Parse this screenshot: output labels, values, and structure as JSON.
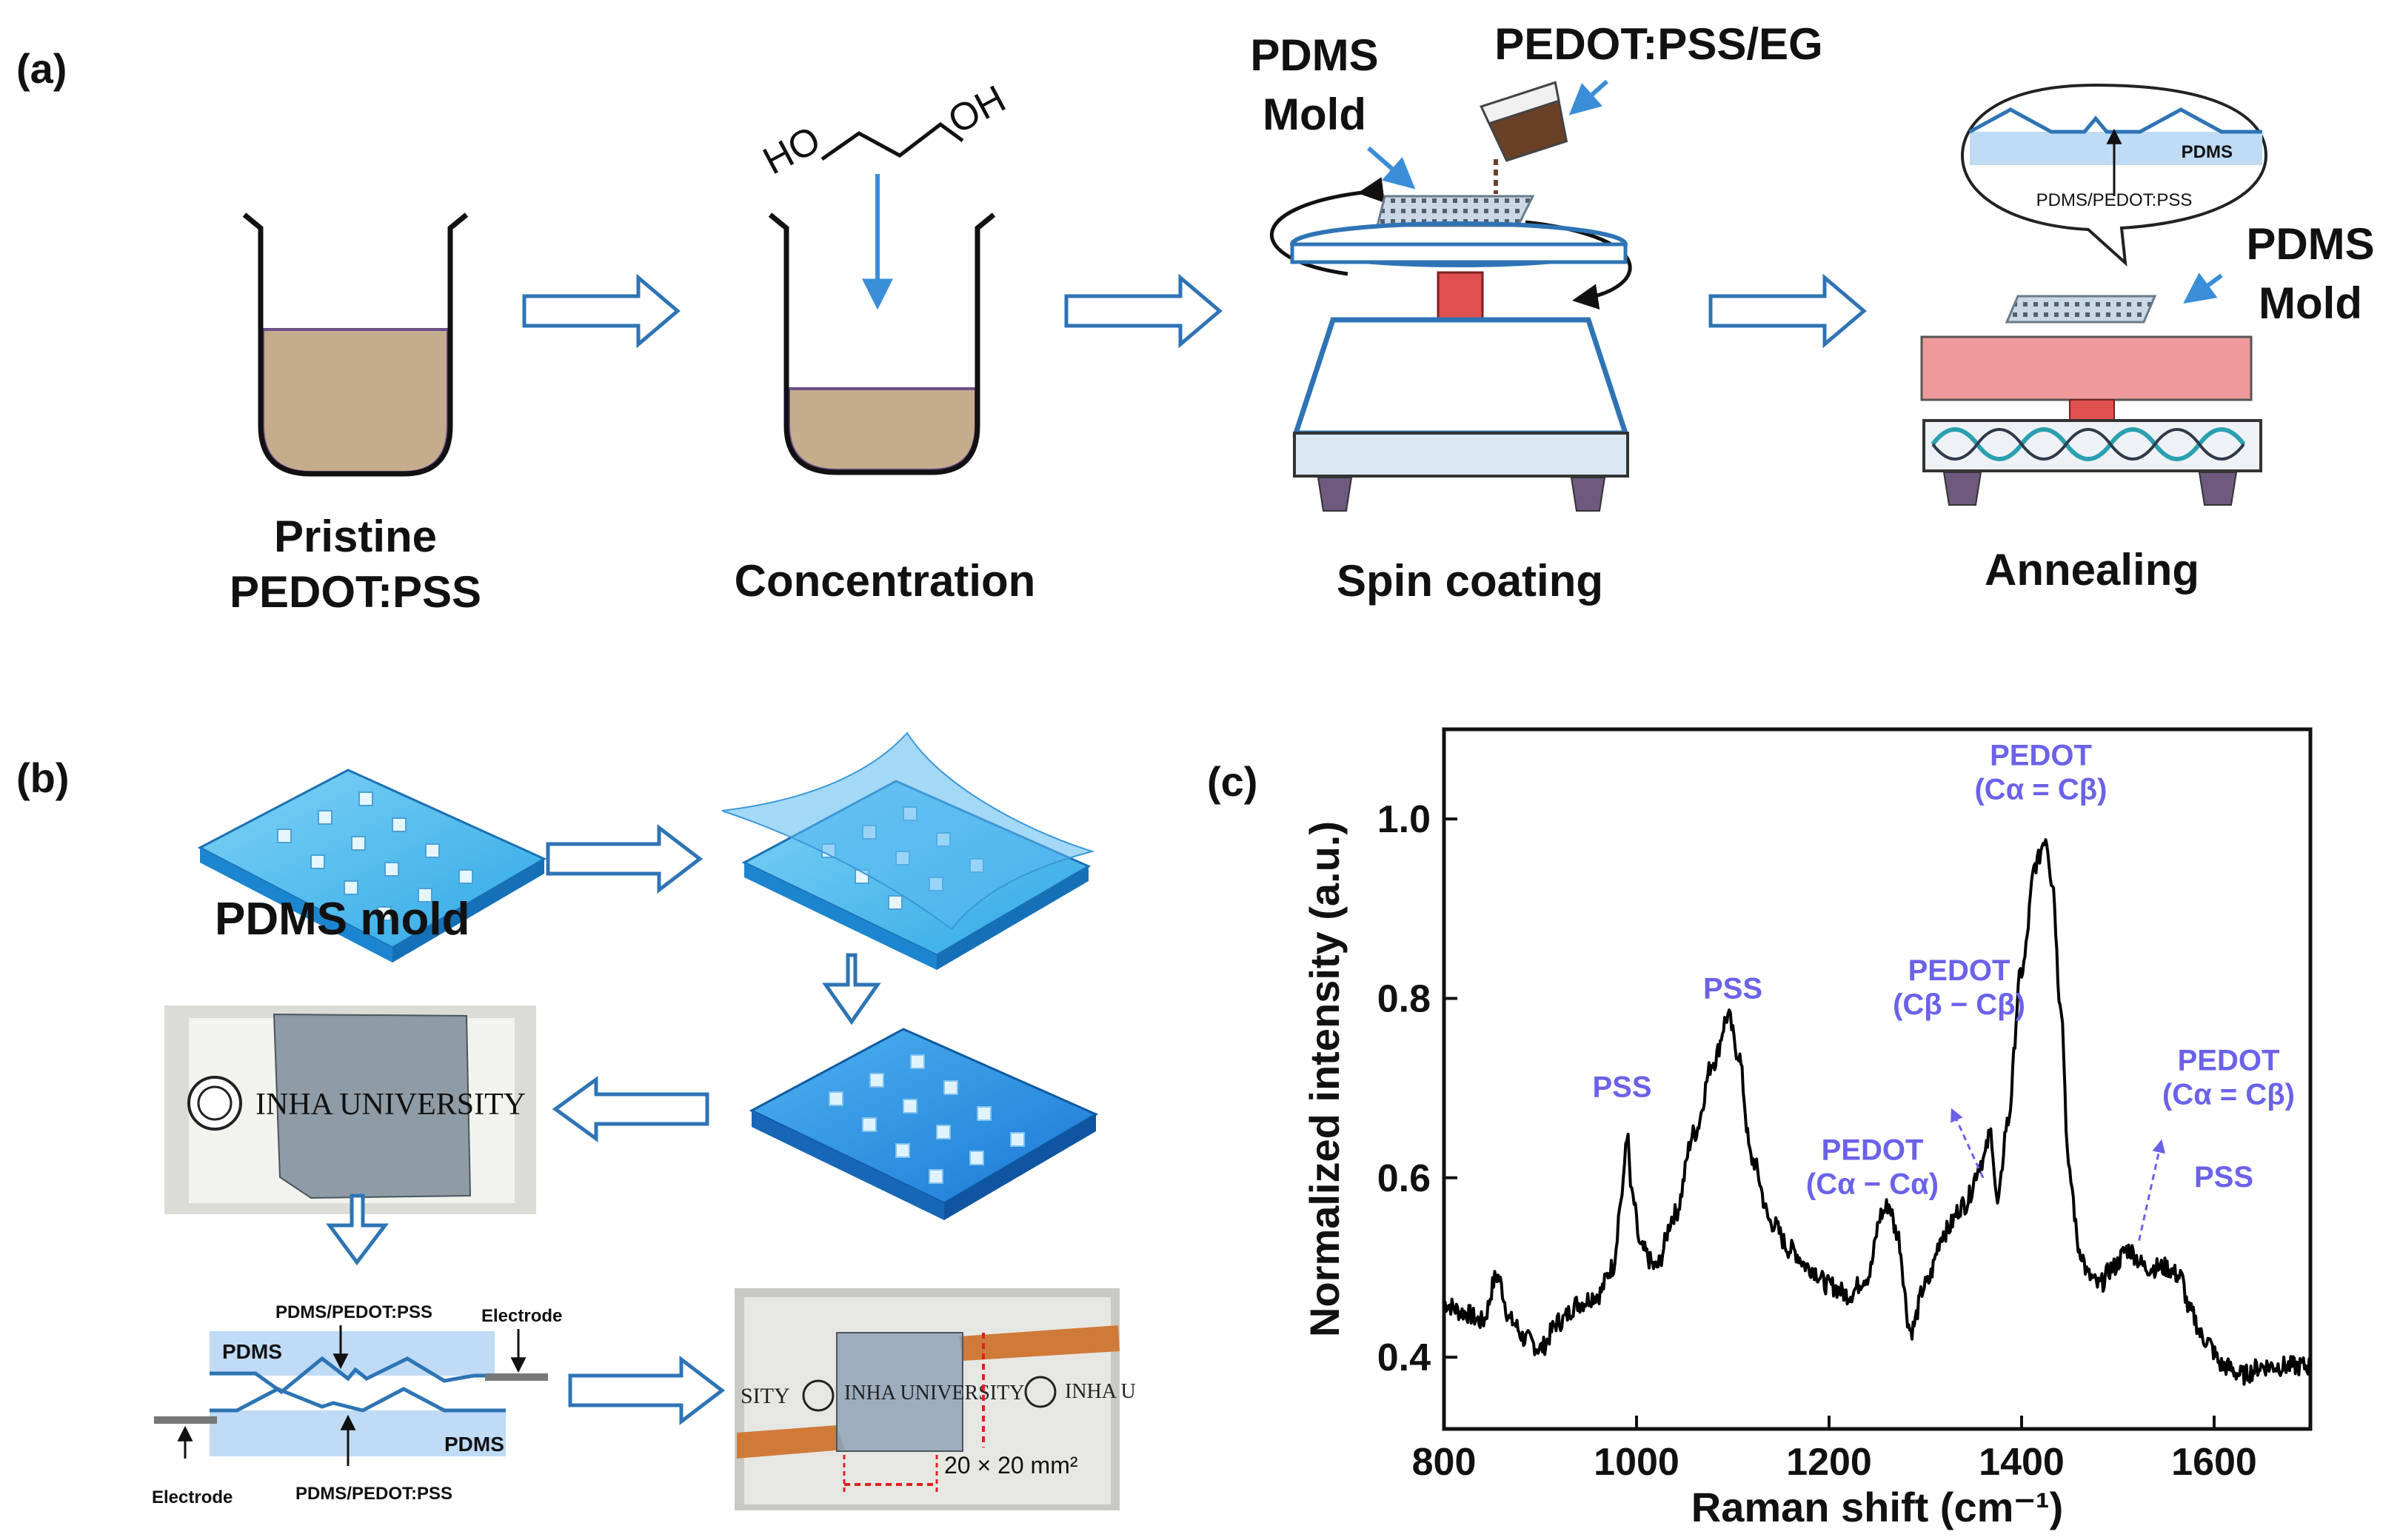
{
  "panel_a": {
    "label": "(a)",
    "step1_line1": "Pristine",
    "step1_line2": "PEDOT:PSS",
    "step2": "Concentration",
    "step3": "Spin coating",
    "step4": "Annealing",
    "eg_ho": "HO",
    "eg_oh": "OH",
    "mold_line1": "PDMS",
    "mold_line2": "Mold",
    "solution": "PEDOT:PSS/EG",
    "mold2_line1": "PDMS",
    "mold2_line2": "Mold",
    "bubble_pdms": "PDMS",
    "bubble_interface": "PDMS/PEDOT:PSS"
  },
  "panel_b": {
    "label": "(b)",
    "mold_caption": "PDMS mold",
    "photo1_text": "INHA UNIVERSITY",
    "top_interface": "PDMS/PEDOT:PSS",
    "electrode_top": "Electrode",
    "pdms_top": "PDMS",
    "pdms_bottom": "PDMS",
    "electrode_bottom": "Electrode",
    "bottom_interface": "PDMS/PEDOT:PSS",
    "photo2_text": "INHA UNIVERSITY",
    "photo2_left_text": "SITY",
    "photo2_right_text": "INHA U",
    "photo2_dim": "20 × 20 mm²"
  },
  "panel_c": {
    "label": "(c)"
  },
  "chart_data": {
    "type": "line",
    "title": "",
    "xlabel": "Raman shift (cm⁻¹)",
    "ylabel": "Normalized intensity (a.u.)",
    "xlim": [
      800,
      1700
    ],
    "ylim": [
      0.32,
      1.1
    ],
    "xticks": [
      "800",
      "1000",
      "1200",
      "1400",
      "1600"
    ],
    "yticks": [
      "0.4",
      "0.6",
      "0.8",
      "1.0"
    ],
    "grid": false,
    "series": [
      {
        "name": "",
        "color": "#000000",
        "x": [
          800,
          820,
          840,
          855,
          870,
          885,
          900,
          920,
          940,
          960,
          975,
          985,
          990,
          995,
          1005,
          1020,
          1040,
          1060,
          1080,
          1095,
          1105,
          1120,
          1140,
          1160,
          1180,
          1200,
          1220,
          1240,
          1255,
          1262,
          1270,
          1285,
          1300,
          1320,
          1340,
          1360,
          1368,
          1375,
          1385,
          1400,
          1415,
          1425,
          1432,
          1440,
          1450,
          1460,
          1470,
          1480,
          1495,
          1510,
          1530,
          1550,
          1565,
          1575,
          1590,
          1610,
          1630,
          1650,
          1670,
          1700
        ],
        "y": [
          0.46,
          0.45,
          0.44,
          0.49,
          0.44,
          0.42,
          0.41,
          0.44,
          0.46,
          0.47,
          0.5,
          0.58,
          0.65,
          0.58,
          0.52,
          0.5,
          0.56,
          0.65,
          0.73,
          0.78,
          0.74,
          0.62,
          0.55,
          0.52,
          0.5,
          0.48,
          0.47,
          0.49,
          0.56,
          0.57,
          0.54,
          0.43,
          0.48,
          0.54,
          0.57,
          0.62,
          0.65,
          0.57,
          0.66,
          0.83,
          0.95,
          0.98,
          0.93,
          0.8,
          0.6,
          0.52,
          0.49,
          0.48,
          0.5,
          0.52,
          0.5,
          0.5,
          0.49,
          0.45,
          0.42,
          0.39,
          0.38,
          0.39,
          0.39,
          0.39
        ]
      }
    ],
    "annotations": [
      {
        "line1": "PSS",
        "line2": "",
        "x": 985,
        "y": 0.69
      },
      {
        "line1": "PSS",
        "line2": "",
        "x": 1100,
        "y": 0.8
      },
      {
        "line1": "PEDOT",
        "line2": "(Cα − Cα)",
        "x": 1245,
        "y": 0.62
      },
      {
        "line1": "PEDOT",
        "line2": "(Cβ − Cβ)",
        "x": 1335,
        "y": 0.82
      },
      {
        "line1": "PEDOT",
        "line2": "(Cα = Cβ)",
        "x": 1420,
        "y": 1.06
      },
      {
        "line1": "PEDOT",
        "line2": "(Cα = Cβ)",
        "x": 1615,
        "y": 0.72
      },
      {
        "line1": "PSS",
        "line2": "",
        "x": 1610,
        "y": 0.59
      }
    ],
    "color_annotation": "#6a62e8"
  }
}
